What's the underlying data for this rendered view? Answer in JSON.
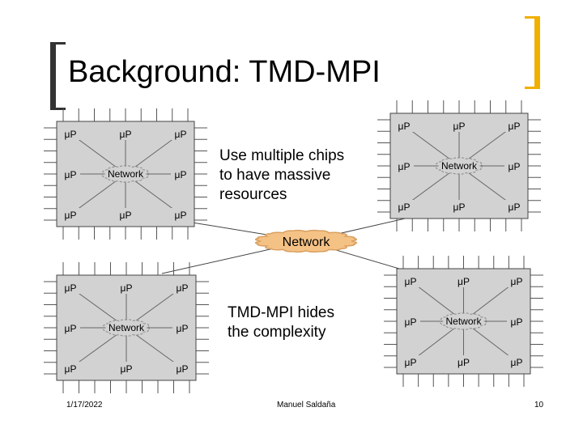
{
  "title": "Background: TMD-MPI",
  "processor_label": "μP",
  "board_network_label": "Network",
  "central_network_label": "Network",
  "note_top": "Use multiple chips\nto have massive\nresources",
  "note_bottom": "TMD-MPI hides\nthe complexity",
  "footer": {
    "date": "1/17/2022",
    "author": "Manuel Saldaña",
    "page": "10"
  },
  "colors": {
    "board_fill": "#d2d2d2",
    "cloud_fill": "#f5c286",
    "cloud_stroke": "#d9a060",
    "accent": "#f0b000"
  }
}
